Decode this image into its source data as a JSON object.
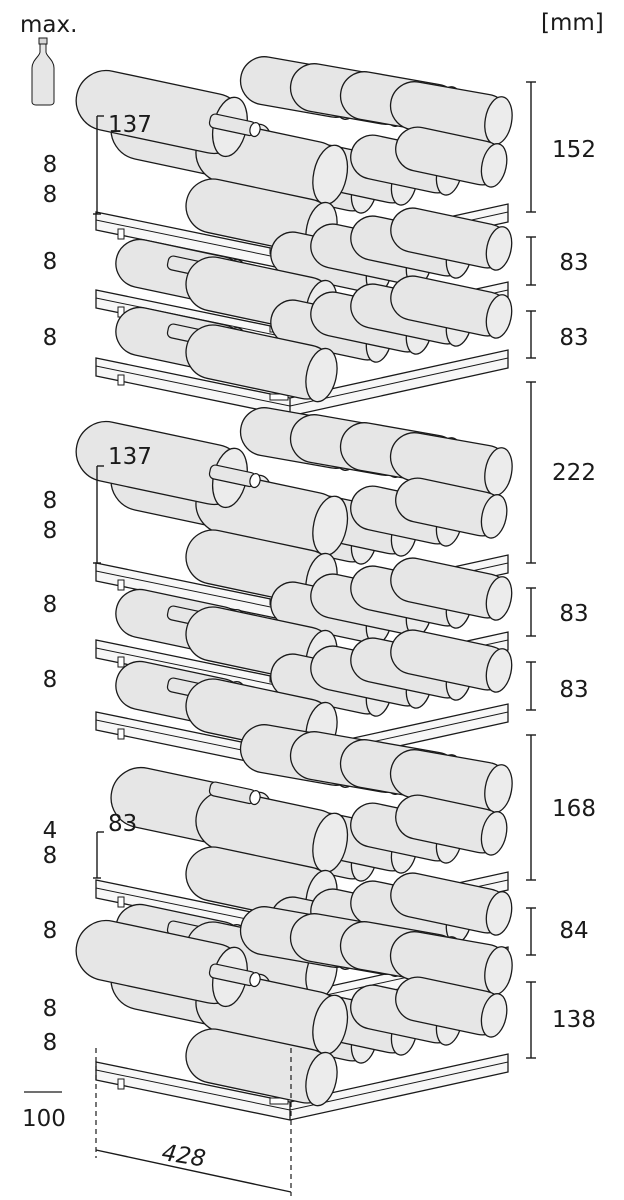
{
  "header": {
    "max_label": "max.",
    "unit_label": "[mm]",
    "bottle_icon": "wine-bottle-icon"
  },
  "sections": [
    {
      "bottle_height": "137",
      "shelves": [
        {
          "left_counts": [
            "8",
            "8"
          ],
          "right_dim": "152"
        },
        {
          "left_counts": [
            "8"
          ],
          "right_dim": "83"
        },
        {
          "left_counts": [
            "8"
          ],
          "right_dim": "83"
        }
      ]
    },
    {
      "bottle_height": "137",
      "shelves": [
        {
          "left_counts": [
            "8",
            "8"
          ],
          "right_dim": "222"
        },
        {
          "left_counts": [
            "8"
          ],
          "right_dim": "83"
        },
        {
          "left_counts": [
            "8"
          ],
          "right_dim": "83"
        }
      ]
    },
    {
      "bottle_height": "83",
      "shelves": [
        {
          "left_counts": [
            "4",
            "8"
          ],
          "right_dim": "168"
        },
        {
          "left_counts": [
            "8"
          ],
          "right_dim": "84"
        },
        {
          "left_counts": [
            "8",
            "8"
          ],
          "right_dim": "138"
        }
      ]
    }
  ],
  "footer": {
    "total_label": "100",
    "width_label": "428"
  },
  "colors": {
    "stroke": "#1a1a1a",
    "bottle_fill": "#e6e6e6",
    "shelf_fill": "#f7f7f7"
  }
}
